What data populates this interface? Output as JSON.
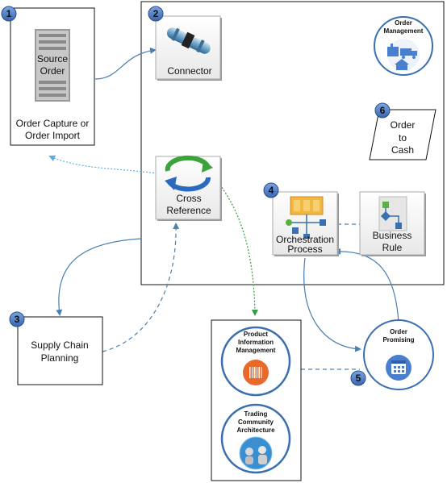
{
  "badges": {
    "b1": "1",
    "b2": "2",
    "b3": "3",
    "b4": "4",
    "b5": "5",
    "b6": "6"
  },
  "nodes": {
    "source_order": {
      "line1": "Source",
      "line2": "Order"
    },
    "order_capture": {
      "line1": "Order Capture or",
      "line2": "Order Import"
    },
    "connector": {
      "label": "Connector"
    },
    "cross_reference": {
      "line1": "Cross",
      "line2": "Reference"
    },
    "order_management": {
      "line1": "Order",
      "line2": "Management"
    },
    "order_to_cash": {
      "line1": "Order",
      "line2": "to",
      "line3": "Cash"
    },
    "orchestration_process": {
      "line1": "Orchestration",
      "line2": "Process"
    },
    "business_rule": {
      "line1": "Business",
      "line2": "Rule"
    },
    "supply_chain_planning": {
      "line1": "Supply Chain",
      "line2": "Planning"
    },
    "product_information_management": {
      "line1": "Product",
      "line2": "Information",
      "line3": "Management"
    },
    "trading_community_architecture": {
      "line1": "Trading",
      "line2": "Community",
      "line3": "Architecture"
    },
    "order_promising": {
      "line1": "Order",
      "line2": "Promising"
    }
  },
  "colors": {
    "blue_arrow": "#4a7fb0",
    "dotted_blue": "#5aaee0",
    "dotted_green": "#2e9e3a",
    "circle_border": "#3a6fb0",
    "badge_fill": "#4a78c0",
    "pim_orange": "#e8692a",
    "promising_blue": "#4a7fd0"
  }
}
